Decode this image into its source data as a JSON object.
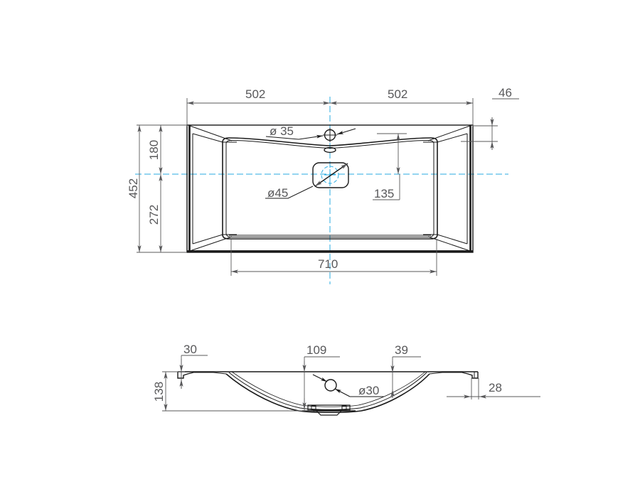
{
  "drawing": {
    "title": "Bathroom washbasin technical drawing",
    "units": "mm",
    "line_color": "#1a1a1a",
    "dim_color": "#58585a",
    "centerline_color": "#29abe2",
    "background": "#ffffff"
  },
  "top_view": {
    "name": "plan-view",
    "dimensions": {
      "width_left": "502",
      "width_right": "502",
      "back_offset": "46",
      "total_depth": "452",
      "front_depth": "180",
      "rear_depth": "272",
      "bowl_width": "710",
      "drain_offset": "135"
    },
    "callouts": {
      "tap_hole": "ø 35",
      "waste_hole": "ø45"
    }
  },
  "section_view": {
    "name": "section-view",
    "dimensions": {
      "rim_left": "30",
      "bowl_depth_mid": "109",
      "bowl_depth_right": "39",
      "total_height": "138",
      "rim_right": "28"
    },
    "callouts": {
      "overflow_hole": "ø30"
    }
  }
}
